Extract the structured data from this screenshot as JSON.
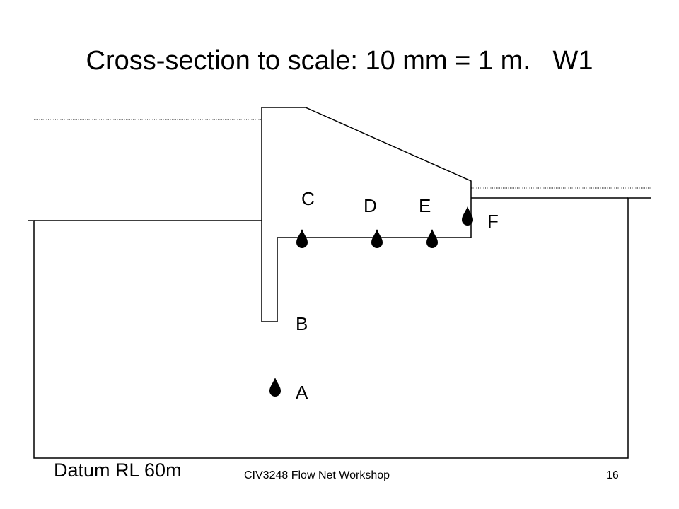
{
  "slide": {
    "title": "Cross-section to scale: 10 mm = 1 m.   W1",
    "datum_label": "Datum RL 60m",
    "footer_text": "CIV3248 Flow Net Workshop",
    "page_number": "16"
  },
  "points": {
    "A": "A",
    "B": "B",
    "C": "C",
    "D": "D",
    "E": "E",
    "F": "F"
  },
  "colors": {
    "line": "#000000",
    "background": "#ffffff"
  },
  "icons": {
    "measurement_point": "filled-teardrop-marker"
  }
}
